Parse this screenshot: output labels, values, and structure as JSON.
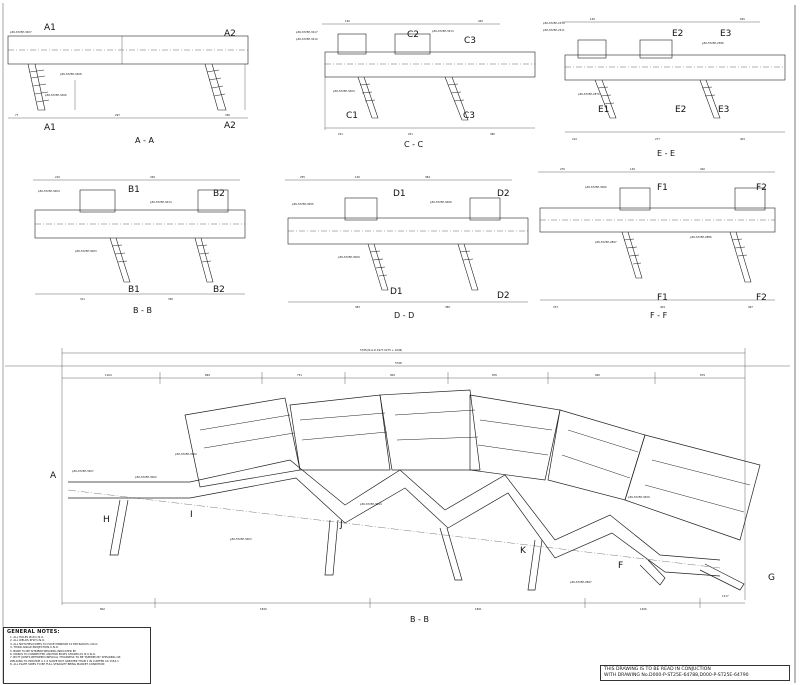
{
  "sections": {
    "aa": {
      "title": "A - A",
      "marks": [
        "A1",
        "A2",
        "A1",
        "A2"
      ],
      "dims": [
        "77",
        "297",
        "336"
      ],
      "parts": [
        "p36-ST25E-3207",
        "p36-ST25E-3208",
        "p36-ST25E-3206"
      ]
    },
    "cc": {
      "title": "C - C",
      "marks": [
        "C2",
        "C3",
        "C1",
        "C3"
      ],
      "dims": [
        "140",
        "420",
        "231",
        "251",
        "380"
      ],
      "parts": [
        "p36-ST25E-3217",
        "p36-ST25E-3210",
        "p36-ST25E-3213",
        "p36-ST25E-3204"
      ]
    },
    "ee": {
      "title": "E - E",
      "marks": [
        "E2",
        "E3",
        "E1",
        "E2",
        "E3"
      ],
      "dims": [
        "140",
        "625",
        "212",
        "277",
        "403"
      ],
      "parts": [
        "p36-ST25E-2314",
        "p36-ST25E-2311",
        "p36-ST25E-2386",
        "p36-ST25E-2870"
      ]
    },
    "bb1": {
      "title": "B - B",
      "marks": [
        "B1",
        "B2",
        "B1",
        "B2"
      ],
      "dims": [
        "210",
        "340",
        "311",
        "336"
      ],
      "parts": [
        "p36-ST25E-3004",
        "p36-ST25E-3003",
        "p36-ST25E-3014"
      ]
    },
    "dd": {
      "title": "D - D",
      "marks": [
        "D1",
        "D2",
        "D1",
        "D2"
      ],
      "dims": [
        "255",
        "140",
        "384",
        "383",
        "380"
      ],
      "parts": [
        "p36-ST25E-3005",
        "p36-ST25E-3006",
        "p36-ST25E-3009"
      ]
    },
    "ff": {
      "title": "F - F",
      "marks": [
        "F1",
        "F2",
        "F1",
        "F2"
      ],
      "dims": [
        "270",
        "140",
        "420",
        "373",
        "404",
        "367"
      ],
      "parts": [
        "p36-ST25E-3260",
        "p36-ST25E-2897",
        "p36-ST25E-2886"
      ]
    },
    "bb2": {
      "title": "B - B",
      "marks": [
        "A",
        "H",
        "I",
        "J",
        "K",
        "F",
        "G"
      ],
      "overall": "5798 (N.G.D.1977.0275 + 1046)",
      "total": "5798",
      "top_dims": [
        "1164",
        "899",
        "731",
        "909",
        "876",
        "940",
        "879"
      ],
      "bottom_dims": [
        "802",
        "1849",
        "1891",
        "1206",
        "1317"
      ],
      "parts": [
        "p36-ST25E-3207",
        "p36-ST25E-3002",
        "p36-ST25E-3204",
        "p36-ST25E-3003",
        "p36-ST25E-3014",
        "p36-ST25E-2897",
        "p36-ST25E-3009"
      ]
    }
  },
  "general_notes": {
    "heading": "GENERAL NOTES:",
    "lines": [
      "1. ALL HOLES Ø18 U.N.O.",
      "2. ALL WELDS 6FW U.N.O.",
      "3. ALL NOTCHES/COPES TO HAVE MINIMUM 10 MM RADIUS U.N.O.",
      "4. THIRD ANGLE PROJECTION U.N.O.",
      "5. BORE TO BE SITE/BRP-WELDING INDICATED BY",
      "6. MARKS TO CONNECTED ANCHOR BOLTS SHOWN AS IS U.N.O.",
      "7. BUTT JOINTS BETWEEN UNEQUAL THICKNESS TO BE TAPERED BY SHEARING OR",
      "   WELDING TO PROVIDE A 1:4 SLOPE NOT GREATER THAN 1 IN 4 REFER AS 1554.1",
      "8. ALL PLATE SIDES TO BE FULL STRAIGHT BEING MARKET CONDITION"
    ]
  },
  "reference_note": {
    "line1": "THIS DRAWING IS TO BE READ IN CONJUCTION",
    "line2": "WITH DRAWING No.D000-P-ST25E-64788,D000-P-ST25E-64790"
  }
}
